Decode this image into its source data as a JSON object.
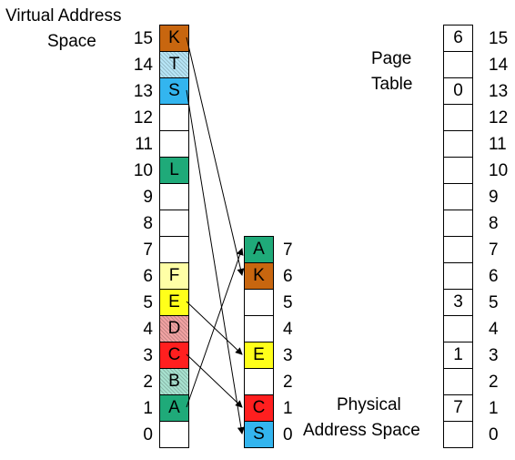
{
  "virtual_space": {
    "label_line1": "Virtual Address",
    "label_line2": "Space",
    "cells": [
      {
        "index": "0",
        "letter": "",
        "color": "#ffffff"
      },
      {
        "index": "1",
        "letter": "A",
        "color": "#1faa79"
      },
      {
        "index": "2",
        "letter": "B",
        "color": "#a8e2d0",
        "hatched": true
      },
      {
        "index": "3",
        "letter": "C",
        "color": "#ff1f1f"
      },
      {
        "index": "4",
        "letter": "D",
        "color": "#f2a3a3",
        "hatched": true
      },
      {
        "index": "5",
        "letter": "E",
        "color": "#ffff1a"
      },
      {
        "index": "6",
        "letter": "F",
        "color": "#ffffa6"
      },
      {
        "index": "7",
        "letter": "",
        "color": "#ffffff"
      },
      {
        "index": "8",
        "letter": "",
        "color": "#ffffff"
      },
      {
        "index": "9",
        "letter": "",
        "color": "#ffffff"
      },
      {
        "index": "10",
        "letter": "L",
        "color": "#1faa79"
      },
      {
        "index": "11",
        "letter": "",
        "color": "#ffffff"
      },
      {
        "index": "12",
        "letter": "",
        "color": "#ffffff"
      },
      {
        "index": "13",
        "letter": "S",
        "color": "#33b5ef"
      },
      {
        "index": "14",
        "letter": "T",
        "color": "#b7e6f7",
        "hatched": true
      },
      {
        "index": "15",
        "letter": "K",
        "color": "#c8660f"
      }
    ]
  },
  "physical_space": {
    "label_line1": "Physical",
    "label_line2": "Address Space",
    "cells": [
      {
        "index": "0",
        "letter": "S",
        "color": "#33b5ef"
      },
      {
        "index": "1",
        "letter": "C",
        "color": "#ff1f1f"
      },
      {
        "index": "2",
        "letter": "",
        "color": "#ffffff"
      },
      {
        "index": "3",
        "letter": "E",
        "color": "#ffff1a"
      },
      {
        "index": "4",
        "letter": "",
        "color": "#ffffff"
      },
      {
        "index": "5",
        "letter": "",
        "color": "#ffffff"
      },
      {
        "index": "6",
        "letter": "K",
        "color": "#c8660f"
      },
      {
        "index": "7",
        "letter": "A",
        "color": "#1faa79"
      }
    ]
  },
  "page_table": {
    "label_line1": "Page",
    "label_line2": "Table",
    "entries": [
      {
        "index": "0",
        "value": ""
      },
      {
        "index": "1",
        "value": "7"
      },
      {
        "index": "2",
        "value": ""
      },
      {
        "index": "3",
        "value": "1"
      },
      {
        "index": "4",
        "value": ""
      },
      {
        "index": "5",
        "value": "3"
      },
      {
        "index": "6",
        "value": ""
      },
      {
        "index": "7",
        "value": ""
      },
      {
        "index": "8",
        "value": ""
      },
      {
        "index": "9",
        "value": ""
      },
      {
        "index": "10",
        "value": ""
      },
      {
        "index": "11",
        "value": ""
      },
      {
        "index": "12",
        "value": ""
      },
      {
        "index": "13",
        "value": "0"
      },
      {
        "index": "14",
        "value": ""
      },
      {
        "index": "15",
        "value": "6"
      }
    ]
  },
  "mappings": [
    {
      "from": 15,
      "to": 6
    },
    {
      "from": 13,
      "to": 0
    },
    {
      "from": 5,
      "to": 3
    },
    {
      "from": 3,
      "to": 1
    },
    {
      "from": 1,
      "to": 7
    }
  ]
}
